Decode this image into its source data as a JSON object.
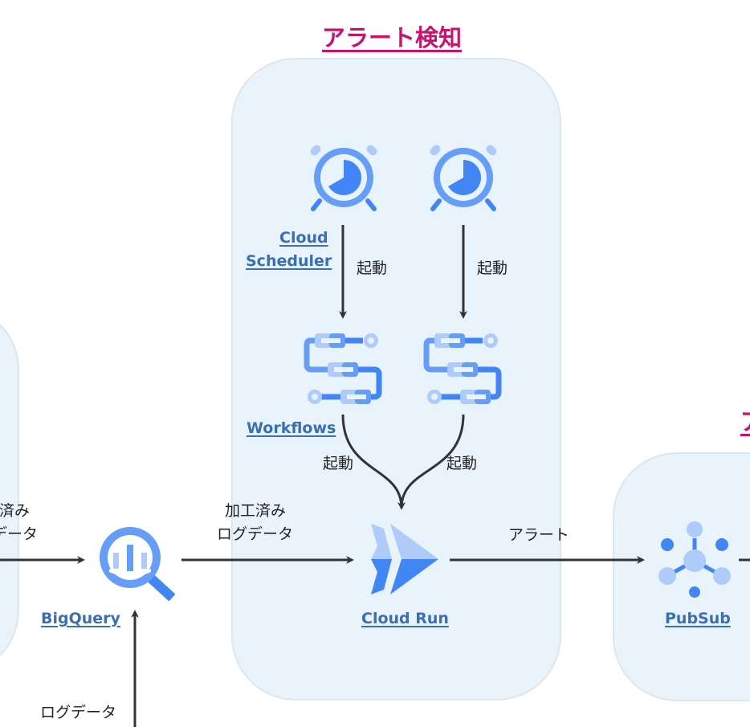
{
  "groups": {
    "alert_detection": {
      "title": "アラート検知"
    },
    "right_group": {
      "title": "ア"
    }
  },
  "services": {
    "cloud_scheduler": {
      "line1": "Cloud",
      "line2": "Scheduler",
      "icon": "cloud-scheduler-icon"
    },
    "workflows": {
      "label": "Workflows",
      "icon": "workflows-icon"
    },
    "cloud_run": {
      "label": "Cloud Run",
      "icon": "cloud-run-icon"
    },
    "bigquery": {
      "label": "BigQuery",
      "icon": "bigquery-icon"
    },
    "pubsub": {
      "label": "PubSub",
      "icon": "pubsub-icon"
    }
  },
  "edges": {
    "scheduler1_to_workflows1": "起動",
    "scheduler2_to_workflows2": "起動",
    "workflows1_to_cloudrun": "起動",
    "workflows2_to_cloudrun": "起動",
    "left_to_bigquery": {
      "line1": "済み",
      "line2": "データ"
    },
    "bigquery_to_cloudrun": {
      "line1": "加工済み",
      "line2": "ログデータ"
    },
    "cloudrun_to_pubsub": "アラート",
    "logdata_to_bigquery": "ログデータ"
  },
  "colors": {
    "title": "#c8126e",
    "link": "#3a6eb5",
    "group_bg": "#e8f3fc",
    "arrow": "#333333",
    "icon_mid": "#669df6",
    "icon_dark": "#4285f4",
    "icon_light": "#aecbfa"
  }
}
